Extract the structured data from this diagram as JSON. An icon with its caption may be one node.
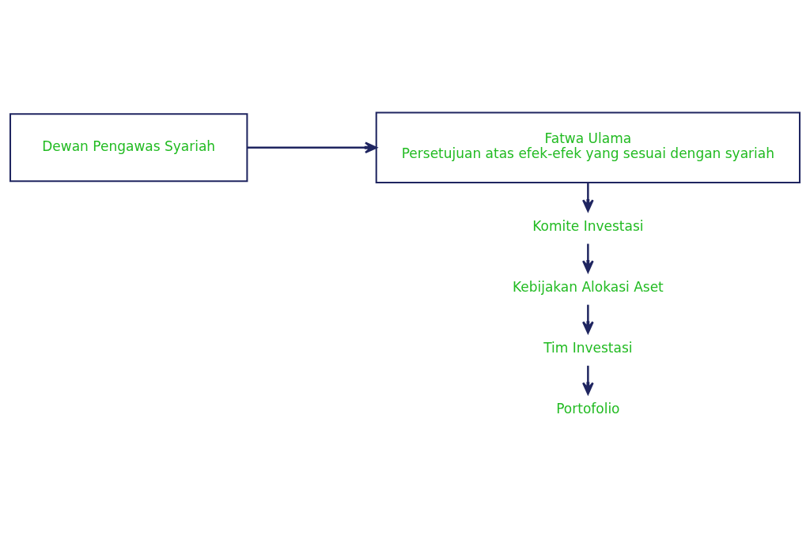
{
  "diagram": {
    "nodes": [
      {
        "text": [
          "Dewan Pengawas Syariah"
        ]
      },
      {
        "text": [
          "Fatwa Ulama",
          "Persetujuan atas efek-efek yang sesuai dengan syariah"
        ]
      },
      {
        "text": [
          "Komite Investasi"
        ]
      },
      {
        "text": [
          "Kebijakan Alokasi Aset"
        ]
      },
      {
        "text": [
          "Tim Investasi"
        ]
      },
      {
        "text": [
          "Portofolio"
        ]
      }
    ],
    "edges": [
      {
        "from": 0,
        "to": 1,
        "arrow": "to"
      },
      {
        "from": 1,
        "to": 2,
        "arrow": "to"
      },
      {
        "from": 2,
        "to": 3,
        "arrow": "to"
      },
      {
        "from": 3,
        "to": 4,
        "arrow": "to"
      },
      {
        "from": 4,
        "to": 5,
        "arrow": "to"
      }
    ]
  }
}
